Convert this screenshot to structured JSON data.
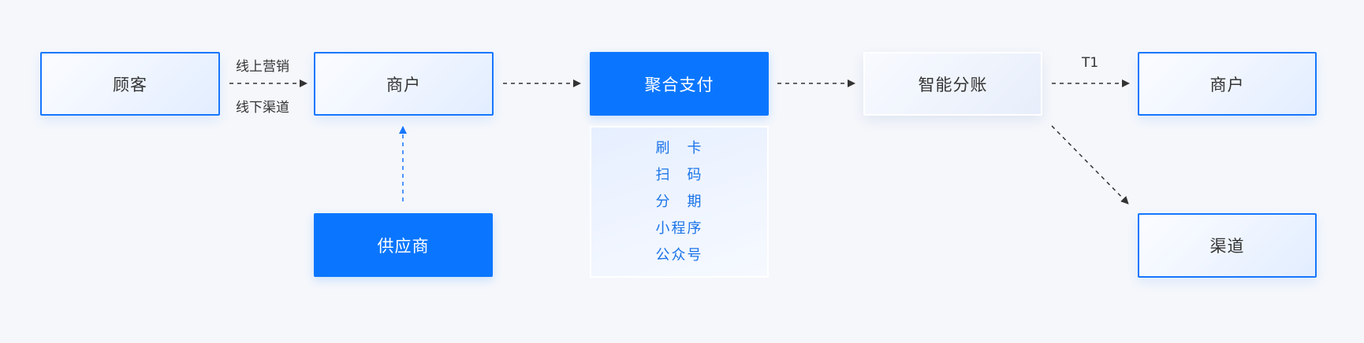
{
  "nodes": {
    "customer": "顾客",
    "merchant_left": "商户",
    "supplier": "供应商",
    "aggregate_pay": "聚合支付",
    "smart_split": "智能分账",
    "merchant_right": "商户",
    "channel": "渠道"
  },
  "payment_methods": [
    "刷　卡",
    "扫　码",
    "分　期",
    "小程序",
    "公众号"
  ],
  "edge_labels": {
    "online_marketing": "线上营销",
    "offline_channel": "线下渠道",
    "settlement": "T1"
  },
  "colors": {
    "accent_blue": "#0a76ff",
    "outline_blue": "#1677ff",
    "method_text": "#1a73e8",
    "arrow_dark": "#333333",
    "background": "#f5f7fb"
  }
}
